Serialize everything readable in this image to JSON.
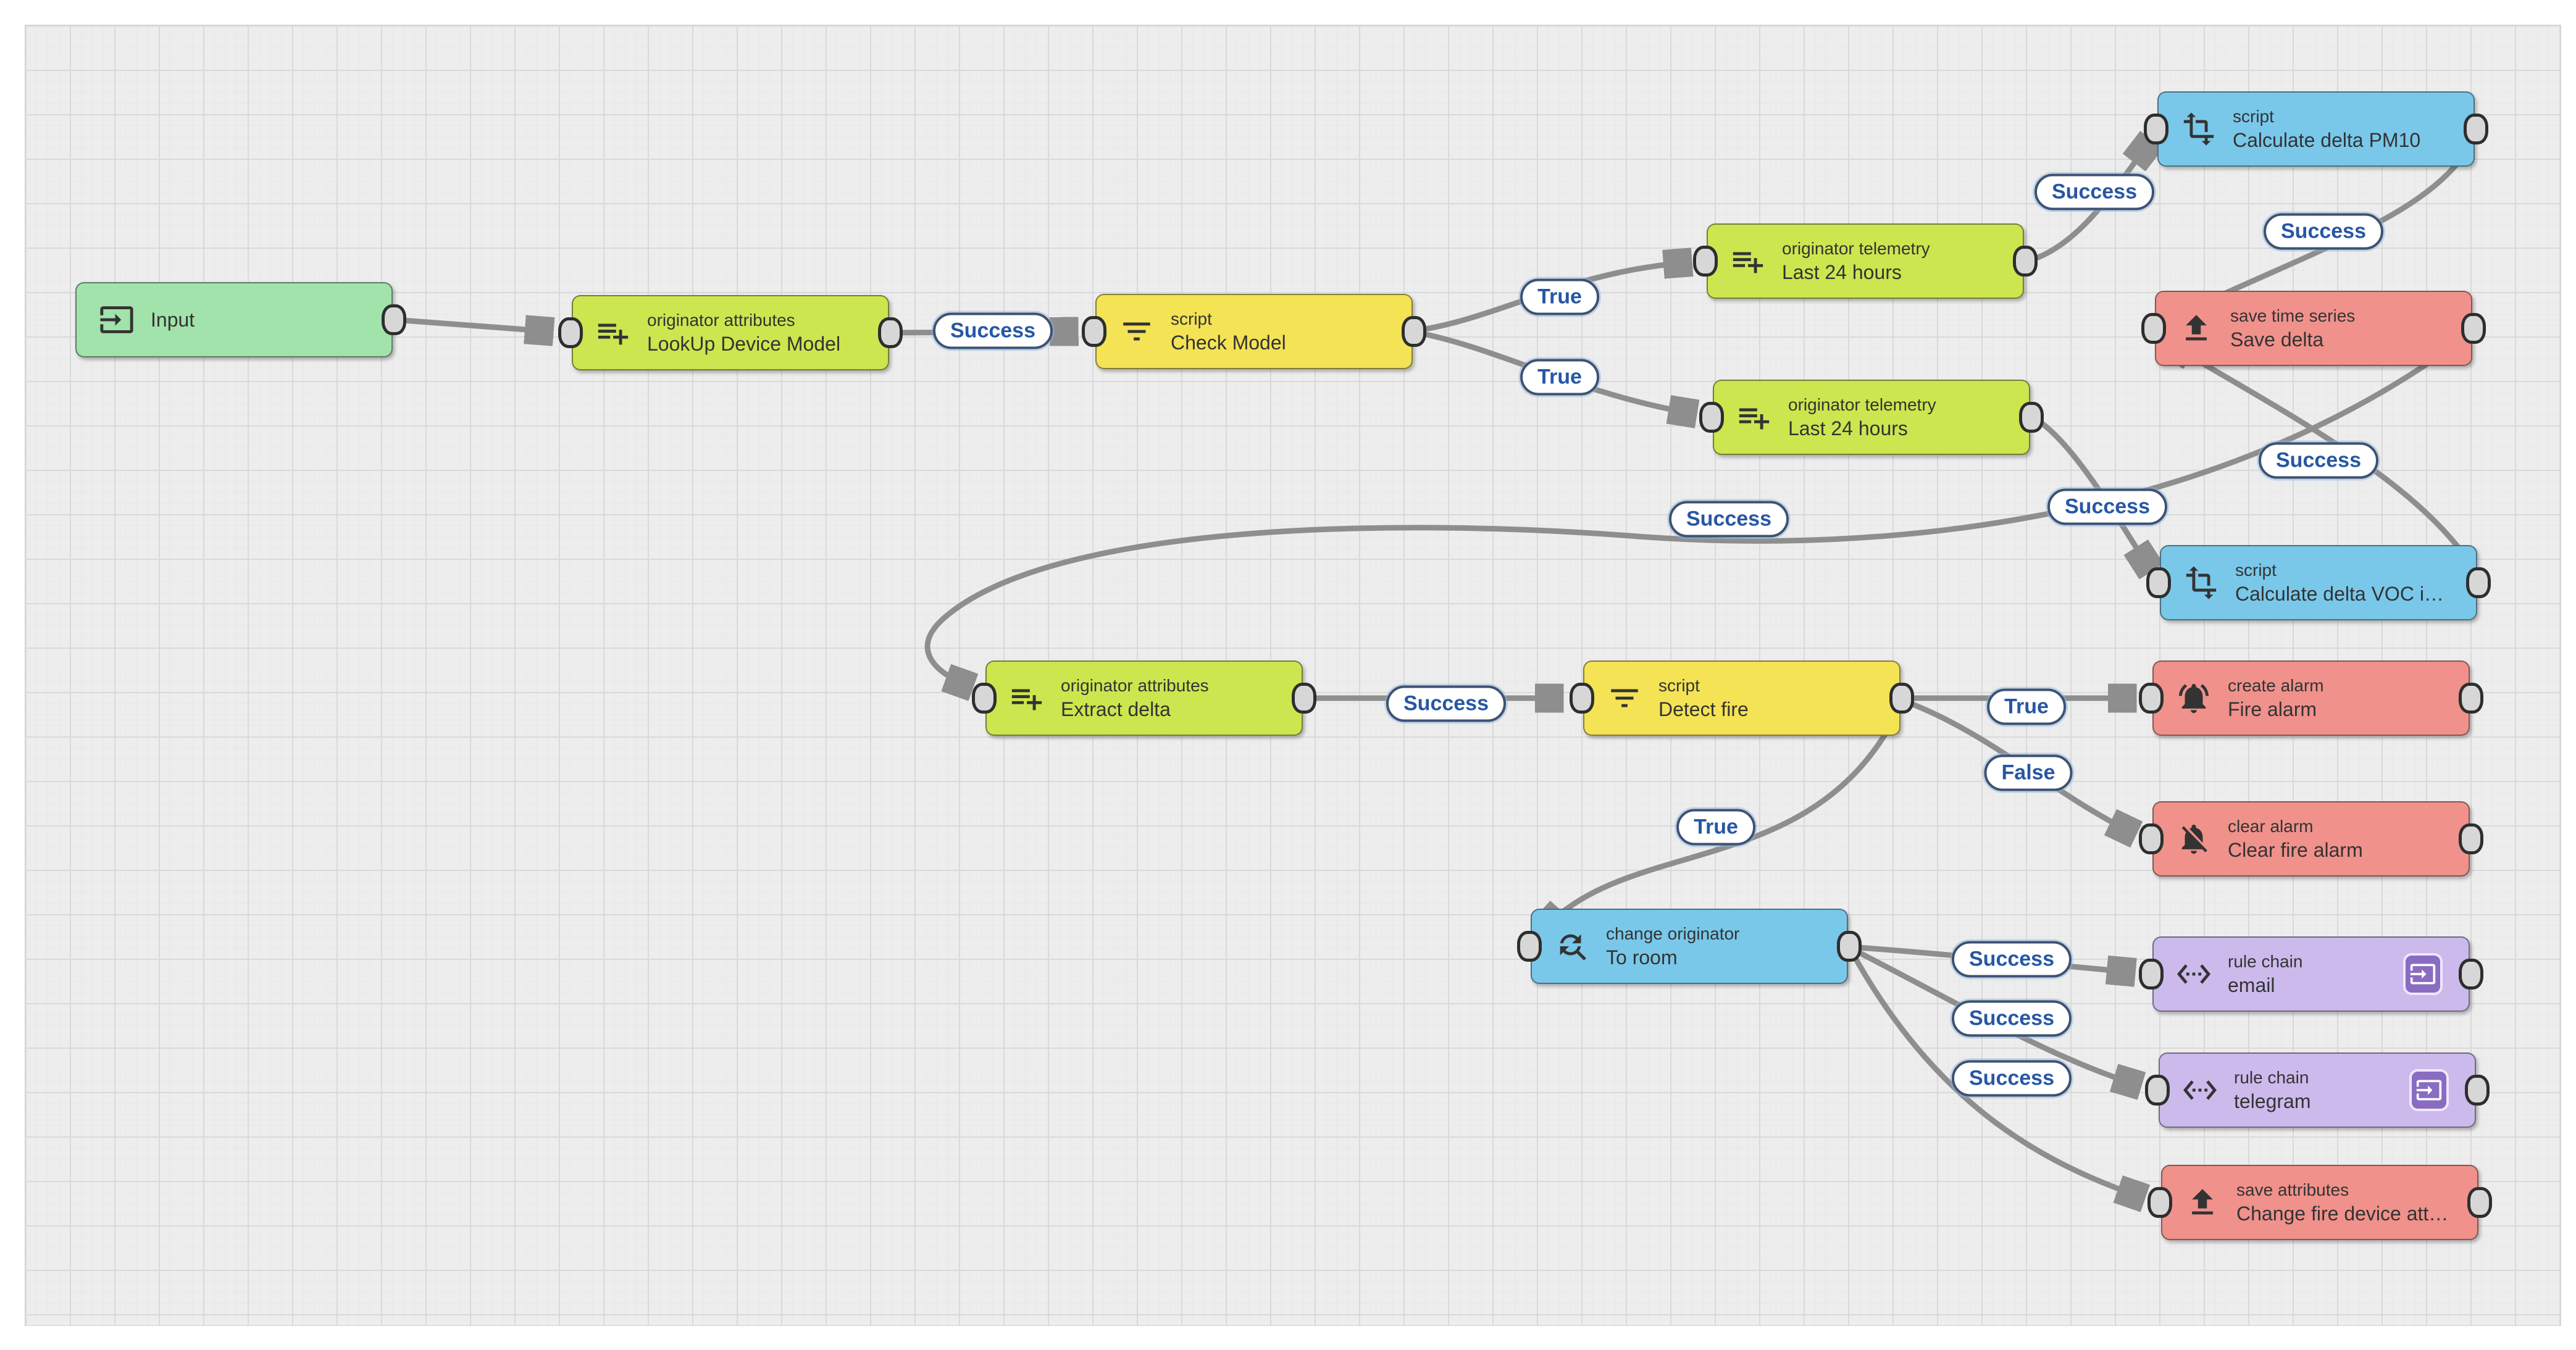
{
  "app": {
    "view": "rule-chain-editor"
  },
  "colors": {
    "canvas_bg": "#ededed",
    "grid_major": "#d9d9d9",
    "grid_minor": "#e7e7e7",
    "node_input": "#a1e3aa",
    "node_enrichment": "#cce64f",
    "node_filter": "#f4e354",
    "node_transformation": "#79c8ea",
    "node_action": "#f0918b",
    "node_flow": "#ccbaec",
    "flow_badge": "#8a6cc2",
    "edge": "#8e8e8e",
    "edge_label_text": "#2757a4",
    "edge_label_border": "#3e5272",
    "node_text": "#333333"
  },
  "nodes": [
    {
      "id": "input",
      "type": "",
      "name": "Input",
      "category": "input",
      "icon": "input-icon"
    },
    {
      "id": "lookup",
      "type": "originator attributes",
      "name": "LookUp Device Model",
      "category": "enrichment",
      "icon": "playlist-add-icon"
    },
    {
      "id": "check-model",
      "type": "script",
      "name": "Check Model",
      "category": "filter",
      "icon": "filter-list-icon"
    },
    {
      "id": "telemetry-top",
      "type": "originator telemetry",
      "name": "Last 24 hours",
      "category": "enrichment",
      "icon": "playlist-add-icon"
    },
    {
      "id": "calc-delta-pm10",
      "type": "script",
      "name": "Calculate delta PM10",
      "category": "transformation",
      "icon": "transform-icon"
    },
    {
      "id": "save-delta",
      "type": "save time series",
      "name": "Save delta",
      "category": "action",
      "icon": "upload-icon"
    },
    {
      "id": "telemetry-bottom",
      "type": "originator telemetry",
      "name": "Last 24 hours",
      "category": "enrichment",
      "icon": "playlist-add-icon"
    },
    {
      "id": "calc-delta-voc",
      "type": "script",
      "name": "Calculate delta VOC i…",
      "category": "transformation",
      "icon": "transform-icon"
    },
    {
      "id": "extract-delta",
      "type": "originator attributes",
      "name": "Extract delta",
      "category": "enrichment",
      "icon": "playlist-add-icon"
    },
    {
      "id": "detect-fire",
      "type": "script",
      "name": "Detect fire",
      "category": "filter",
      "icon": "filter-list-icon"
    },
    {
      "id": "fire-alarm",
      "type": "create alarm",
      "name": "Fire alarm",
      "category": "action",
      "icon": "bell-active-icon"
    },
    {
      "id": "clear-fire-alarm",
      "type": "clear alarm",
      "name": "Clear fire alarm",
      "category": "action",
      "icon": "bell-off-icon"
    },
    {
      "id": "to-room",
      "type": "change originator",
      "name": "To room",
      "category": "transformation",
      "icon": "find-replace-icon"
    },
    {
      "id": "email",
      "type": "rule chain",
      "name": "email",
      "category": "flow",
      "icon": "ethernet-icon"
    },
    {
      "id": "telegram",
      "type": "rule chain",
      "name": "telegram",
      "category": "flow",
      "icon": "ethernet-icon"
    },
    {
      "id": "save-attributes",
      "type": "save attributes",
      "name": "Change fire device att…",
      "category": "action",
      "icon": "upload-icon"
    }
  ],
  "edges": [
    {
      "from": "input",
      "to": "lookup",
      "label": ""
    },
    {
      "from": "lookup",
      "to": "check-model",
      "label": "Success"
    },
    {
      "from": "check-model",
      "to": "telemetry-top",
      "label": "True"
    },
    {
      "from": "check-model",
      "to": "telemetry-bottom",
      "label": "True"
    },
    {
      "from": "telemetry-top",
      "to": "calc-delta-pm10",
      "label": "Success"
    },
    {
      "from": "calc-delta-pm10",
      "to": "save-delta",
      "label": "Success"
    },
    {
      "from": "telemetry-bottom",
      "to": "calc-delta-voc",
      "label": "Success"
    },
    {
      "from": "save-delta",
      "to": "extract-delta",
      "label": "Success"
    },
    {
      "from": "calc-delta-voc",
      "to": "save-delta",
      "label": "Success"
    },
    {
      "from": "extract-delta",
      "to": "detect-fire",
      "label": "Success"
    },
    {
      "from": "detect-fire",
      "to": "fire-alarm",
      "label": "True"
    },
    {
      "from": "detect-fire",
      "to": "clear-fire-alarm",
      "label": "False"
    },
    {
      "from": "detect-fire",
      "to": "to-room",
      "label": "True"
    },
    {
      "from": "to-room",
      "to": "email",
      "label": "Success"
    },
    {
      "from": "to-room",
      "to": "telegram",
      "label": "Success"
    },
    {
      "from": "to-room",
      "to": "save-attributes",
      "label": "Success"
    }
  ]
}
